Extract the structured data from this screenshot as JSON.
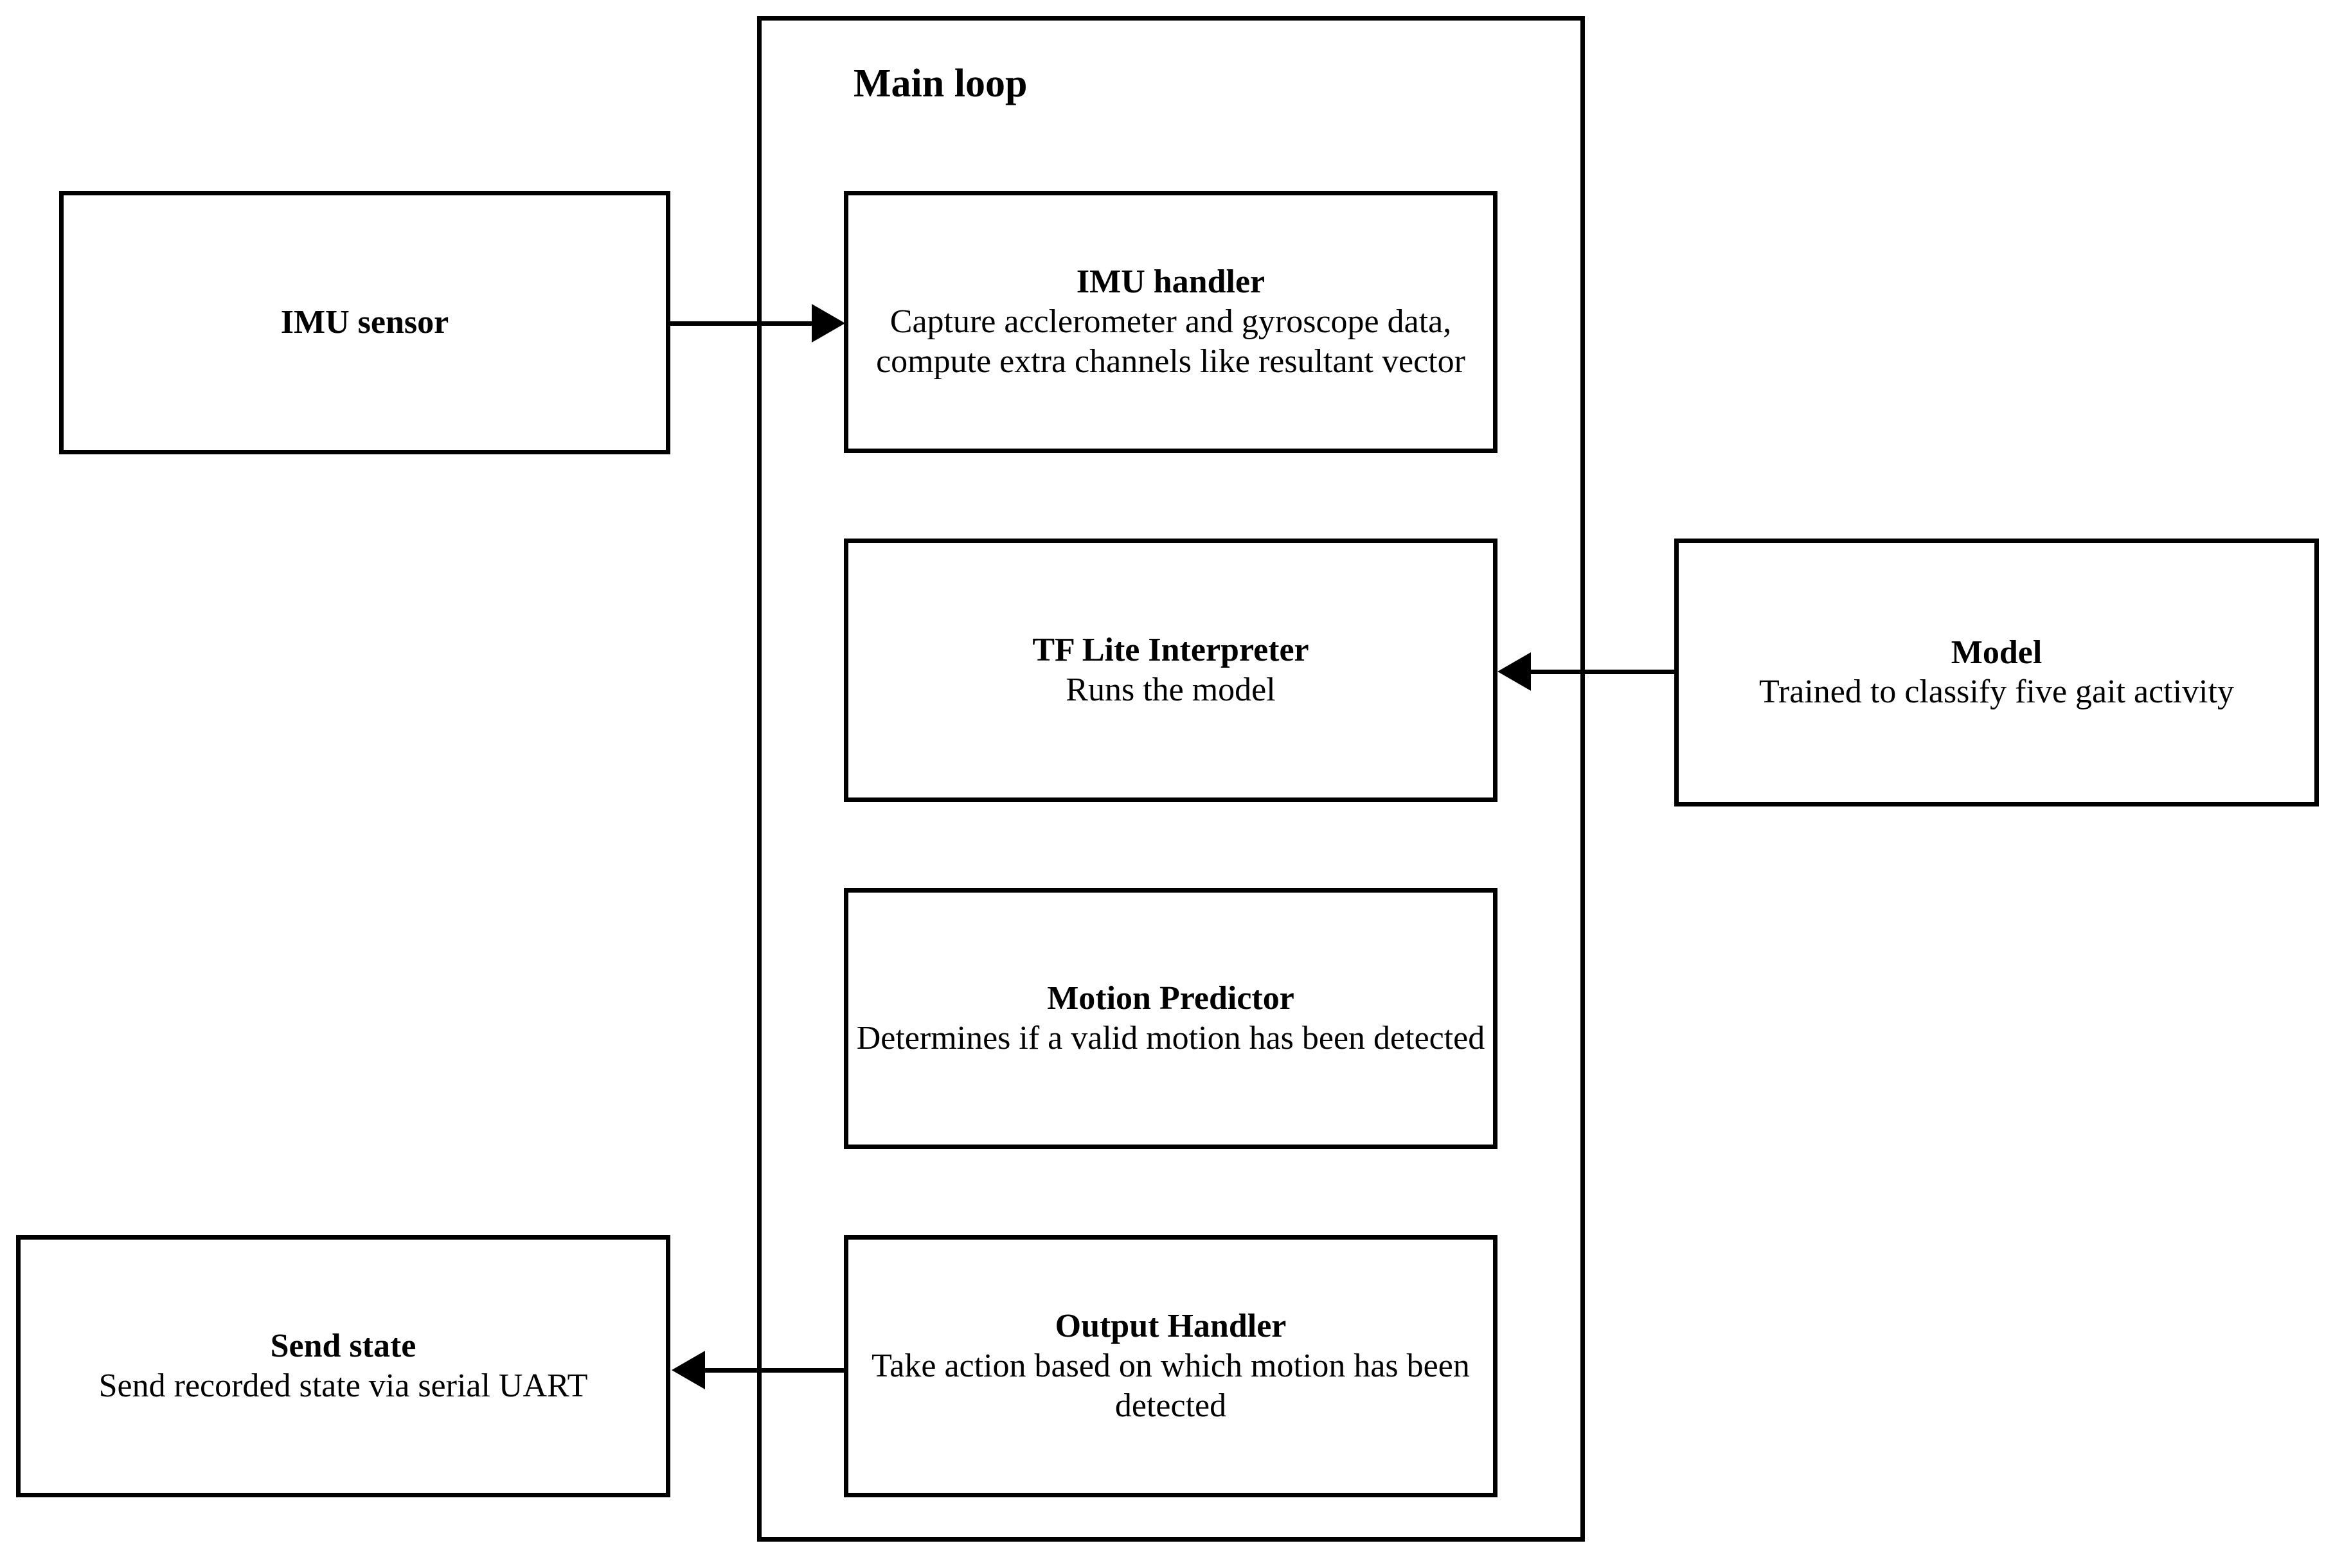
{
  "diagram": {
    "main_loop": {
      "label": "Main loop"
    },
    "boxes": [
      {
        "id": "imu-sensor",
        "title": "IMU sensor",
        "desc": ""
      },
      {
        "id": "imu-handler",
        "title": "IMU handler",
        "desc": "Capture acclerometer and gyroscope data, compute extra channels like resultant vector"
      },
      {
        "id": "tflite-interpreter",
        "title": "TF Lite Interpreter",
        "desc": "Runs the model"
      },
      {
        "id": "model",
        "title": "Model",
        "desc": "Trained to classify five gait activity"
      },
      {
        "id": "motion-predictor",
        "title": "Motion Predictor",
        "desc": "Determines if a valid motion has been detected"
      },
      {
        "id": "output-handler",
        "title": "Output Handler",
        "desc": "Take action based on which motion has been detected"
      },
      {
        "id": "send-state",
        "title": "Send state",
        "desc": "Send recorded state via serial UART"
      }
    ],
    "colors": {
      "stroke": "#000000",
      "fill": "#ffffff",
      "text": "#000000"
    }
  }
}
